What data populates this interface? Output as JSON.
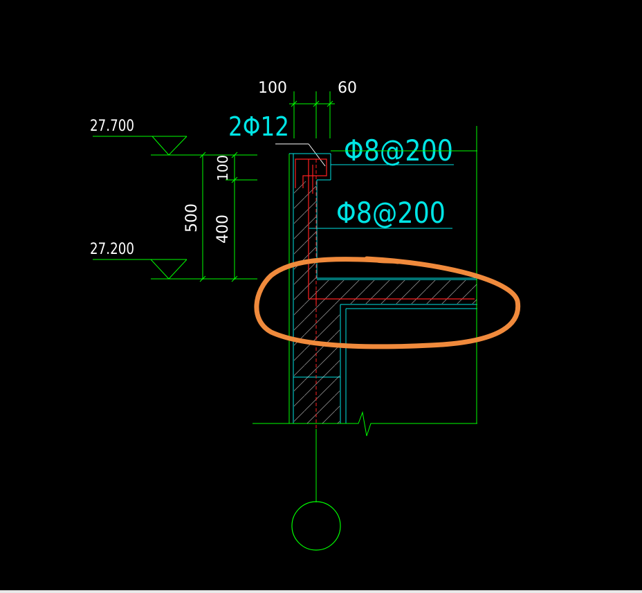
{
  "drawing": {
    "dims": {
      "top_width": "100",
      "top_offset": "60",
      "total_height": "500",
      "upper_height": "100",
      "lower_height": "400"
    },
    "elevations": {
      "top": "27.700",
      "bottom": "27.200"
    },
    "rebar": {
      "main": "2Φ12",
      "stirrup": "Φ8@200",
      "distribution": "Φ8@200"
    },
    "colors": {
      "background": "#000000",
      "green": "#00ff00",
      "cyan": "#00e5e5",
      "white": "#ffffff",
      "red": "#ff2020",
      "highlight": "#f08a3c"
    }
  }
}
